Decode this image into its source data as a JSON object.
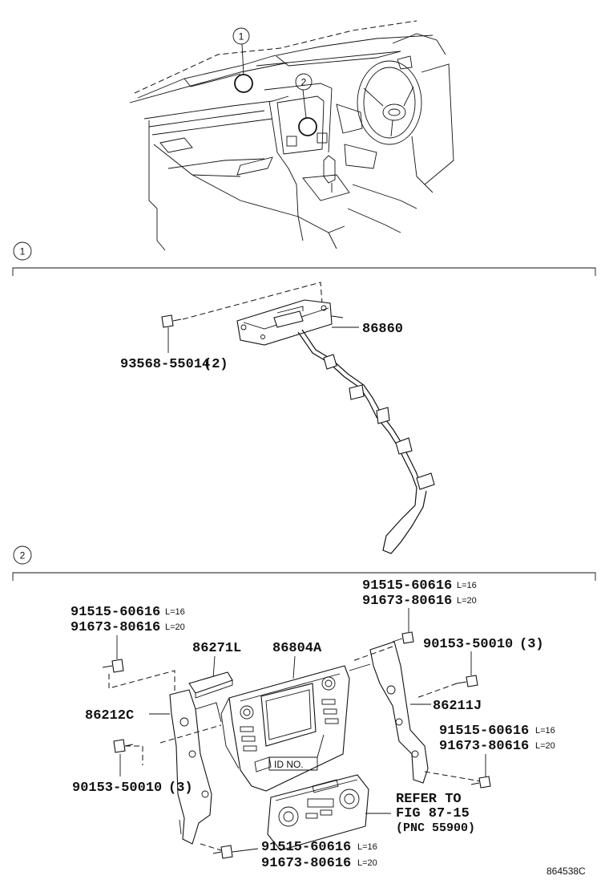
{
  "callouts": {
    "one": "1",
    "two": "2"
  },
  "section1": {
    "marker": "1",
    "bolt_part": "93568-55014",
    "bolt_qty": "(2)",
    "unit_part": "86860"
  },
  "section2": {
    "marker": "2",
    "top_right_a": {
      "part": "91515-60616",
      "suffix": "L=16"
    },
    "top_right_b": {
      "part": "91673-80616",
      "suffix": "L=20"
    },
    "top_left_a": {
      "part": "91515-60616",
      "suffix": "L=16"
    },
    "top_left_b": {
      "part": "91673-80616",
      "suffix": "L=20"
    },
    "screw_right": {
      "part": "90153-50010",
      "qty": "(3)"
    },
    "bracket_top": "86271L",
    "display": "86804A",
    "bracket_left": "86212C",
    "bracket_right": "86211J",
    "mid_right_a": {
      "part": "91515-60616",
      "suffix": "L=16"
    },
    "mid_right_b": {
      "part": "91673-80616",
      "suffix": "L=20"
    },
    "screw_left": {
      "part": "90153-50010",
      "qty": "(3)"
    },
    "id_no": "ID NO.",
    "refer": {
      "line1": "REFER TO",
      "line2": "FIG 87-15",
      "line3": "(PNC 55900)"
    },
    "bottom_a": {
      "part": "91515-60616",
      "suffix": "L=16"
    },
    "bottom_b": {
      "part": "91673-80616",
      "suffix": "L=20"
    }
  },
  "figure_code": "864538C"
}
